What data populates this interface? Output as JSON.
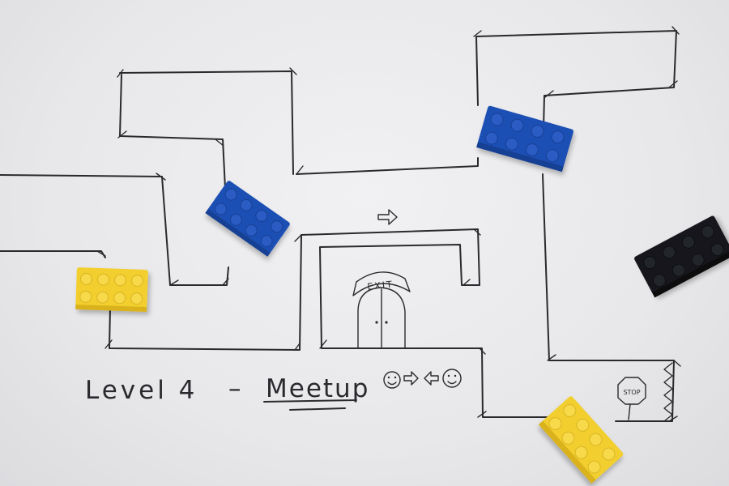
{
  "level": {
    "text": "Level 4",
    "dash": "–",
    "name": "Meetup"
  },
  "exit_sign": "EXIT",
  "stop_sign": "STOP",
  "colors": {
    "paper": "#ecebed",
    "ink": "#2a2a2e",
    "brick_yellow": "#f2cf2e",
    "brick_blue": "#1e4fb4",
    "brick_black": "#16181c"
  },
  "pieces": [
    {
      "id": "yellow-left",
      "color": "yellow",
      "studs": "2x4"
    },
    {
      "id": "blue-middle",
      "color": "blue",
      "studs": "2x4"
    },
    {
      "id": "blue-top-right",
      "color": "blue",
      "studs": "2x4"
    },
    {
      "id": "black-right",
      "color": "black",
      "studs": "2x4"
    },
    {
      "id": "yellow-bottom-right",
      "color": "yellow",
      "studs": "2x4"
    }
  ],
  "icons": [
    "smiley-icon",
    "arrow-right-icon",
    "arrow-left-icon",
    "smiley-icon",
    "arrow-right-icon",
    "stop-sign-icon",
    "exit-door-icon"
  ]
}
